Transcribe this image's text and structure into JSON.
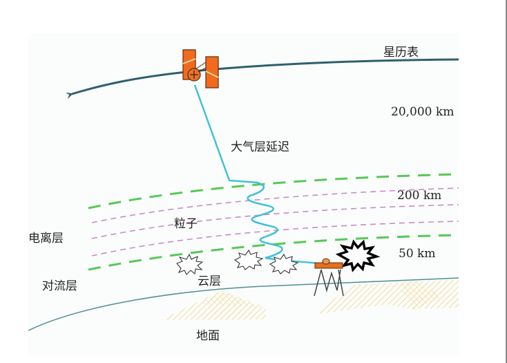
{
  "diagram": {
    "title": "GPS signal atmospheric delay diagram",
    "labels": {
      "ephemeris": "星历表",
      "orbit_altitude": "20,000 km",
      "atmospheric_delay": "大气层延迟",
      "ionosphere_top": "200 km",
      "particles": "粒子",
      "ionosphere": "电离层",
      "troposphere_top": "50 km",
      "troposphere": "对流层",
      "cloud_layer": "云层",
      "ground": "地面"
    },
    "elements": [
      {
        "id": "satellite",
        "type": "satellite-icon",
        "color": "#f26b1d"
      },
      {
        "id": "orbit",
        "type": "orbit-arrow",
        "color": "#2e5f6e"
      },
      {
        "id": "signal-path",
        "type": "line",
        "color": "#3fc1d6"
      },
      {
        "id": "ionosphere-boundary",
        "type": "dashed-line",
        "color": "#4cc94c"
      },
      {
        "id": "ionosphere-inner",
        "type": "dashed-line",
        "color": "#c98ac9"
      },
      {
        "id": "clouds",
        "type": "cloud-icon",
        "count": 4
      },
      {
        "id": "receiver",
        "type": "tripod-receiver-icon",
        "color": "#e07020"
      },
      {
        "id": "multipath-burst",
        "type": "burst-icon",
        "color": "#000000"
      },
      {
        "id": "earth-surface",
        "type": "curve",
        "color": "#4a8a8a"
      },
      {
        "id": "terrain",
        "type": "hatched-area",
        "color": "#f2dc8c"
      }
    ]
  }
}
